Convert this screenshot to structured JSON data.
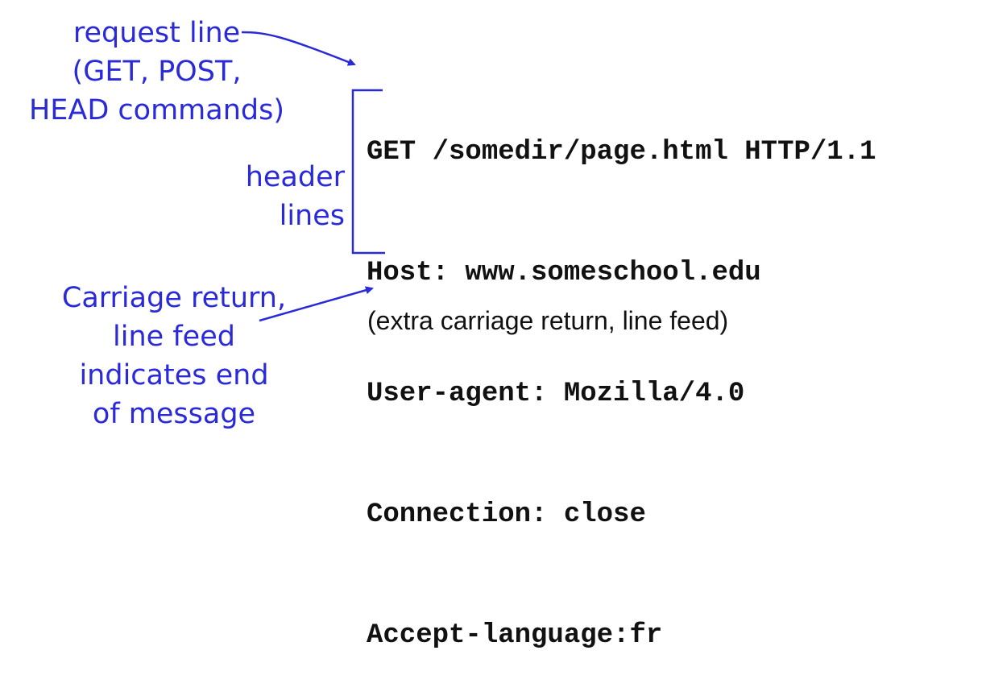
{
  "annotations": {
    "request_line": [
      "request line",
      "(GET, POST,",
      "HEAD commands)"
    ],
    "header_lines": [
      "header",
      "lines"
    ],
    "crlf": [
      "Carriage return,",
      "line feed",
      "indicates end",
      "of message"
    ]
  },
  "message": {
    "request_line": "GET /somedir/page.html HTTP/1.1",
    "headers": [
      "Host: www.someschool.edu",
      "User-agent: Mozilla/4.0",
      "Connection: close",
      "Accept-language:fr"
    ],
    "extra_line": "(extra carriage return, line feed)"
  },
  "colors": {
    "annotation": "#2a2ad9",
    "text": "#111111"
  }
}
